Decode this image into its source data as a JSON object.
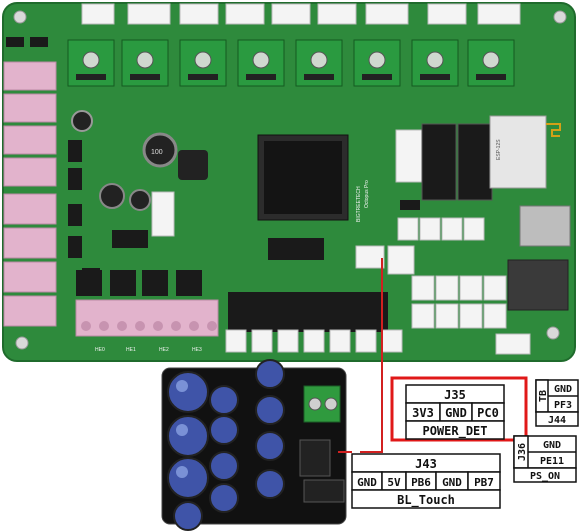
{
  "board": {
    "brand": "BIGTREETECH",
    "model": "Octopus Pro",
    "heater_labels": [
      "HE0",
      "HE1",
      "HE2",
      "HE3"
    ],
    "cap_label": "100",
    "wifi_label": "ESP-12S"
  },
  "connectors": {
    "j35": {
      "title": "J35",
      "pins": [
        "3V3",
        "GND",
        "PC0"
      ],
      "signal": "POWER_DET"
    },
    "j43": {
      "title": "J43",
      "pins": [
        "GND",
        "5V",
        "PB6",
        "GND",
        "PB7"
      ],
      "signal": "BL_Touch"
    },
    "j44": {
      "title": "J44",
      "side": "TB",
      "pins": [
        "GND",
        "PF3"
      ]
    },
    "j36": {
      "title": "J36",
      "pins": [
        "GND",
        "PE11"
      ],
      "signal": "PS_ON"
    }
  },
  "colors": {
    "pcb": "#2e8a3c",
    "pcb_dark": "#1f6b2c",
    "terminal_pink": "#e2b3cc",
    "wire": "#d22020",
    "highlight_box": "#e01818"
  }
}
